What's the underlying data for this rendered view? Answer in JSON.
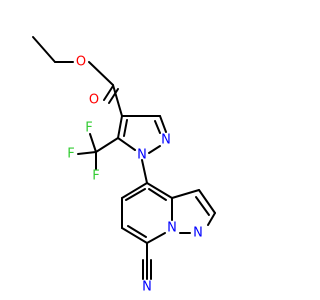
{
  "molecule": {
    "atoms": {
      "o_carbonyl": {
        "symbol": "O",
        "color": "#ff0000"
      },
      "o_ester": {
        "symbol": "O",
        "color": "#ff0000"
      },
      "n_pyrazole_2": {
        "symbol": "N",
        "color": "#0000ff"
      },
      "n_pyrazole_1": {
        "symbol": "N",
        "color": "#0000ff"
      },
      "f_1": {
        "symbol": "F",
        "color": "#33cc33"
      },
      "f_2": {
        "symbol": "F",
        "color": "#33cc33"
      },
      "f_3": {
        "symbol": "F",
        "color": "#33cc33"
      },
      "n_bicyclic_a": {
        "symbol": "N",
        "color": "#0000ff"
      },
      "n_bicyclic_b": {
        "symbol": "N",
        "color": "#0000ff"
      },
      "n_nitrile": {
        "symbol": "N",
        "color": "#0000ff"
      }
    },
    "bond_color": "#000000",
    "background": "#ffffff"
  }
}
